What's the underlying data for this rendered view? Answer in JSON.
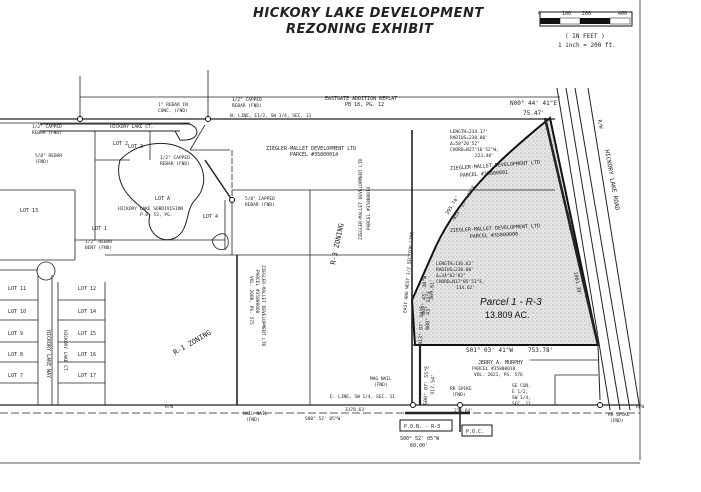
{
  "title": "HICKORY LAKE DEVELOPMENT",
  "subtitle": "REZONING EXHIBIT",
  "scale": {
    "ticks": [
      "0",
      "100",
      "200",
      "400"
    ],
    "units": "( IN FEET )",
    "ratio": "1 inch = 200 ft."
  },
  "labels": {
    "eastgate": "EASTGATE ADDITION REPLAT",
    "eastgate_pb": "PB 18, PG. 12",
    "n_line": "N. LINE, E1/2, SW 1/4, SEC. 11",
    "rebar_conc": "1\" REBAR IN",
    "rebar_conc2": "CONC. (FND)",
    "capped_1": "1/2\" CAPPED",
    "capped_1b": "REBAR (FND)",
    "capped_2": "1/2\" CAPPED",
    "capped_2b": "REBAR (FND)",
    "capped_3": "1/2\" CAPPED",
    "capped_3b": "REBAR (FND)",
    "rebar_58": "5/8\" REBAR",
    "rebar_58b": "(FND)",
    "capped_58": "5/8\" CAPPED",
    "capped_58b": "REBAR (FND)",
    "rebar_bent": "1/2\" REBAR",
    "rebar_bent2": "BENT (FND)",
    "hickory_lake_ct": "HICKORY LAKE CT.",
    "hickory_sub": "HICKORY LAKE SUBDIVISION",
    "hickory_sub_pb": "P.B. 53, PG.",
    "ziegler_north": "ZIEGLER-MALLET DEVELOPMENT LTD",
    "ziegler_north_parcel": "PARCEL #35800014",
    "ziegler_ne": "ZIEGLER-MALLET DEVELOPMENT LTD",
    "ziegler_ne_parcel": "PARCEL #35800001",
    "ziegler_mid": "ZIEGLER-MALLET DEVELOPMENT LTD",
    "ziegler_mid_parcel": "PARCEL #35800000",
    "ziegler_west": "ZIEGLER-MALLET DEVELOPMENT LTD",
    "ziegler_west_parcel": "PARCEL #35800000",
    "ziegler_west_vol": "VOL. 2000, PG. 575",
    "ziegler_center": "ZIEGLER-MALLET DEVELOPMENT LTD",
    "ziegler_center_parcel": "PARCEL #35800014",
    "r3_zoning": "R-3 ZONING",
    "r1_zoning": "R-1 ZONING",
    "parcel": "Parcel 1 - R-3",
    "acreage": "13.809 AC.",
    "n_bearing": "N00° 44' 41\"E",
    "n_distance": "75.47'",
    "curve1_l": "LENGTH=234.17'",
    "curve1_r": "RADIUS=230.00'",
    "curve1_d": "Δ=58°20'52\"",
    "curve1_c": "CHORD=N27°16'52\"W,",
    "curve1_cl": "223.40'",
    "curve2_l": "LENGTH=136.62'",
    "curve2_r": "RADIUS=230.00'",
    "curve2_d": "Δ=34°02'02\"",
    "curve2_c": "CHORD=N17°05'51\"E,",
    "curve2_cl": "134.62'",
    "road": "HICKORY LAKE ROAD",
    "row_e": "R/W",
    "mid_bearing": "S01° 03' 41\"W",
    "mid_distance": "753.78'",
    "half_line": "EAST AND WEST 1/2 SECTION LINE",
    "murphy": "JERRY A. MURPHY",
    "murphy_parcel": "PARCEL #35800010",
    "murphy_vol": "VOL. 2021, PG. 576",
    "se_cor": "SE COR.",
    "se_cor2": "E 1/2,",
    "se_cor3": "SW 1/4,",
    "se_cor4": "SEC. 11",
    "spike": "RR SPIKE",
    "spike2": "(FND)",
    "spike_dist": "275.64'",
    "mag_nail": "MAG NAIL",
    "mag_nail2": "(FND)",
    "e_line": "E. LINE, SW 1/4, SEC. 11",
    "e_line_dist": "3178.63'",
    "bottom_bearing": "S00° 52' 05\"W",
    "bottom_dist": "60.00'",
    "pob": "P.O.B. - R-3",
    "poc": "P.O.C.",
    "nail_fnd": "NAIL NAIL",
    "nail_fnd2": "(FND)",
    "rr_spike_far": "RR SPIKE",
    "rr_spike_far2": "(FND)",
    "row_w": "R/W",
    "row_w2": "R/W",
    "lot_13": "LOT 13",
    "lot_1": "LOT 1",
    "lot_2": "LOT 2",
    "lot_3": "LOT 3",
    "lot_4": "LOT 4",
    "lot_11": "LOT 11",
    "lot_10": "LOT 10",
    "lot_9": "LOT 9",
    "lot_8": "LOT 8",
    "lot_7": "LOT 7",
    "lot_12": "LOT 12",
    "lot_14": "LOT 14",
    "lot_15": "LOT 15",
    "lot_16": "LOT 16",
    "lot_17": "LOT 17",
    "lot_a": "LOT A",
    "hickory_lake_way": "HICKORY LAKE WAY",
    "hickory_lake_ct2": "HICKORY LAKE CT.",
    "west_bound": "N02° 43' 38\"W",
    "west_bound2": "369.61'",
    "hatch_dist": "395.74'",
    "hatch_bearing": "N33° 27' 47\"E",
    "vert_a": "N13° 07' 34\"E",
    "vert_b": "N00° 43' 33\"E",
    "s_bearing": "S00° 07' 55\"E",
    "s_dist": "317.54'",
    "east_line_a": "1001.39'",
    "east_line_b": "1001.39'"
  }
}
